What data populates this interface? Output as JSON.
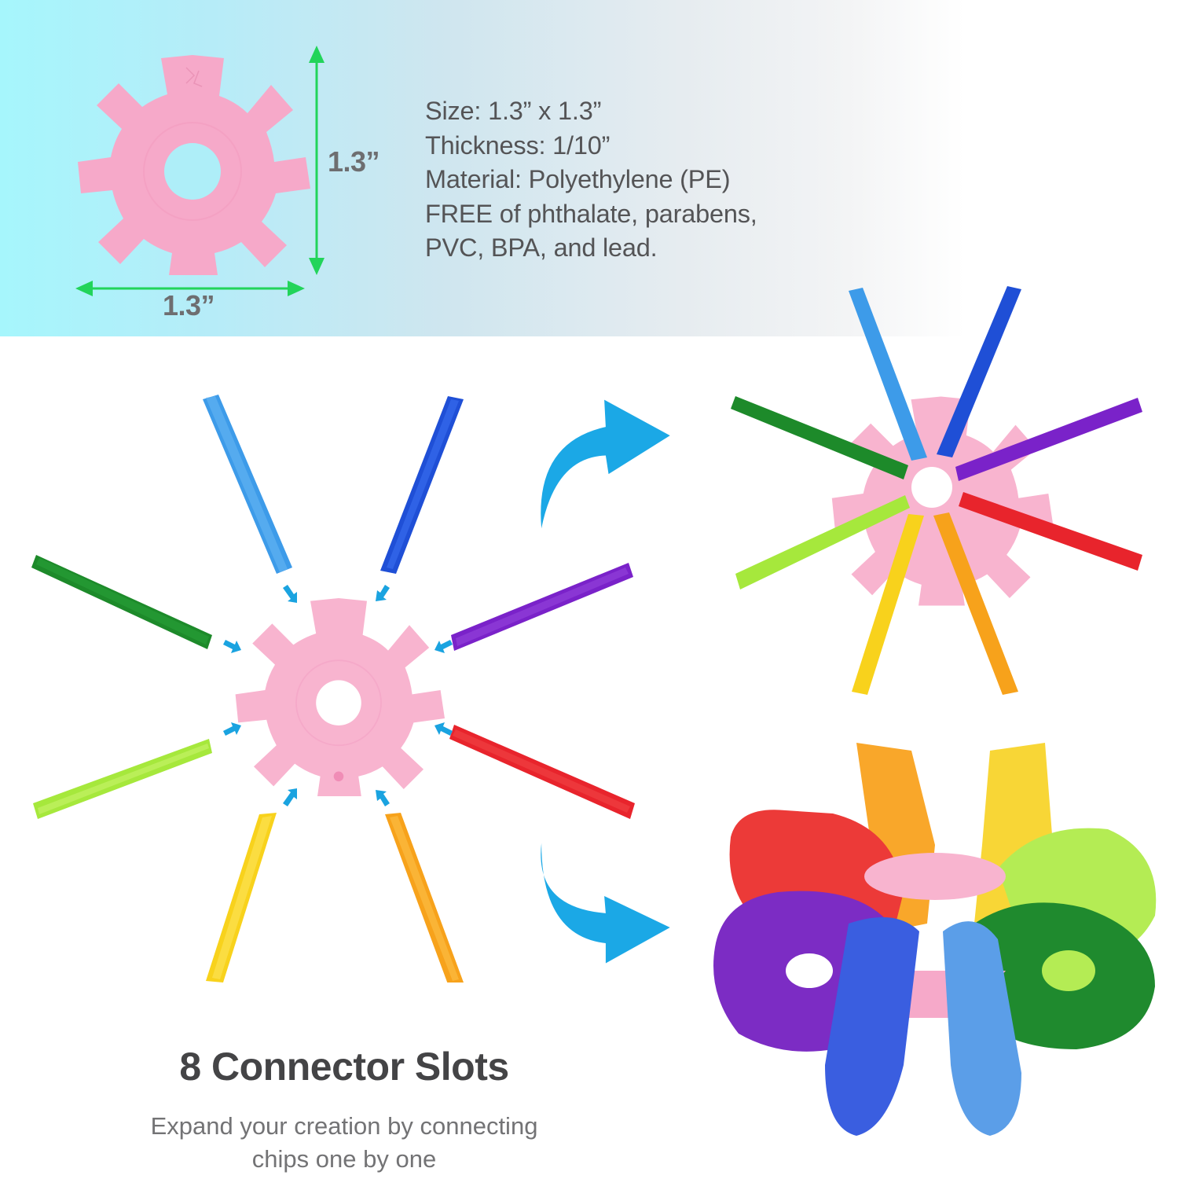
{
  "banner": {
    "gradient_colors": [
      "#a6f6fc",
      "#cfe6ef",
      "#ffffff"
    ],
    "dimension_arrow_color": "#22d45a",
    "width_label": "1.3”",
    "height_label": "1.3”",
    "chip_color": "#f6a9c9"
  },
  "specs": [
    "Size: 1.3” x 1.3”",
    "Thickness: 1/10”",
    "Material: Polyethylene (PE)",
    "FREE of phthalate, parabens,",
    "PVC, BPA, and lead."
  ],
  "diagram": {
    "center_chip_color": "#f8b4cf",
    "pointer_arrow_color": "#1aa3e0",
    "flow_arrow_color": "#1ba8e6",
    "chip_colors": {
      "light_blue": "#3d9be9",
      "blue": "#1f4fd6",
      "purple": "#7a22c9",
      "red": "#e8242c",
      "orange": "#f7a21b",
      "yellow": "#f8d21c",
      "lime": "#a6e83c",
      "green": "#1d8a2a"
    }
  },
  "caption": {
    "headline": "8 Connector Slots",
    "subtext_line1": "Expand your creation by connecting",
    "subtext_line2": "chips one by one"
  }
}
